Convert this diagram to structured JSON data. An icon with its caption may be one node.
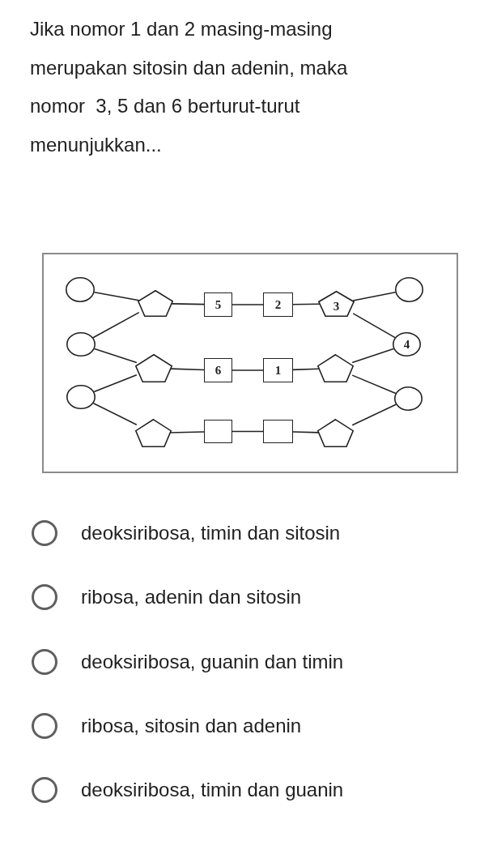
{
  "diagram": {
    "nodes": [
      {
        "text": [],
        "shape": "circle"
      },
      {
        "text": [],
        "shape": "pentagon"
      },
      {
        "text": [
          "5"
        ]
      },
      {
        "text": [
          "2"
        ]
      },
      {
        "text": [
          "3"
        ]
      },
      {
        "text": [],
        "shape": "circle"
      },
      {
        "text": [],
        "shape": "circle"
      },
      {
        "text": [
          "4"
        ]
      },
      {
        "text": [],
        "shape": "pentagon"
      },
      {
        "text": [
          "6"
        ]
      },
      {
        "text": [
          "1"
        ]
      },
      {
        "text": [],
        "shape": "pentagon"
      },
      {
        "text": [],
        "shape": "circle"
      },
      {
        "text": [],
        "shape": "circle"
      },
      {
        "text": [],
        "shape": "pentagon"
      },
      {
        "text": [],
        "shape": "box"
      },
      {
        "text": [],
        "shape": "box"
      },
      {
        "text": [],
        "shape": "pentagon"
      }
    ],
    "edges": [
      {
        "from": 0,
        "to": 1,
        "arrow": "none"
      },
      {
        "from": 1,
        "to": 2,
        "arrow": "none"
      },
      {
        "from": 2,
        "to": 3,
        "arrow": "none"
      },
      {
        "from": 3,
        "to": 4,
        "arrow": "none"
      },
      {
        "from": 4,
        "to": 5,
        "arrow": "none"
      },
      {
        "from": 1,
        "to": 6,
        "arrow": "none"
      },
      {
        "from": 4,
        "to": 7,
        "arrow": "none"
      },
      {
        "from": 6,
        "to": 8,
        "arrow": "none"
      },
      {
        "from": 7,
        "to": 11,
        "arrow": "none"
      },
      {
        "from": 8,
        "to": 9,
        "arrow": "none"
      },
      {
        "from": 9,
        "to": 10,
        "arrow": "none"
      },
      {
        "from": 10,
        "to": 11,
        "arrow": "none"
      },
      {
        "from": 8,
        "to": 12,
        "arrow": "none"
      },
      {
        "from": 11,
        "to": 13,
        "arrow": "none"
      },
      {
        "from": 12,
        "to": 14,
        "arrow": "none"
      },
      {
        "from": 13,
        "to": 17,
        "arrow": "none"
      },
      {
        "from": 14,
        "to": 15,
        "arrow": "none"
      },
      {
        "from": 15,
        "to": 16,
        "arrow": "none"
      },
      {
        "from": 16,
        "to": 17,
        "arrow": "none"
      }
    ],
    "labels": [
      "Jika nomor 1 dan 2 masing-masing merupakan sitosin dan adenin, maka nomor  3, 5 dan 6 berturut-turut menunjukkan...",
      "deoksiribosa,  timin dan sitosin",
      "ribosa,  adenin dan sitosin",
      "deoksiribosa,  guanin dan timin",
      "ribosa,  sitosin dan adenin",
      "deoksiribosa,  timin dan guanin"
    ]
  }
}
